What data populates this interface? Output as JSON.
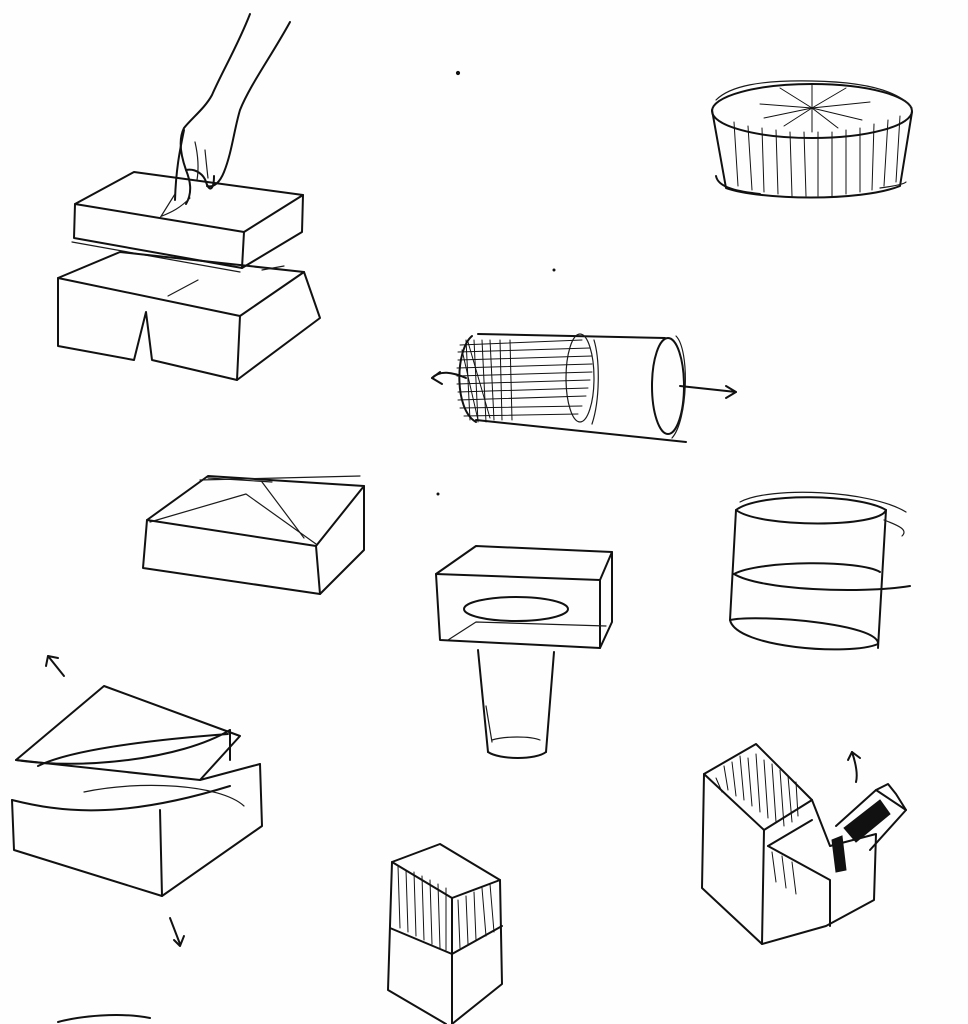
{
  "page": {
    "background": "#ffffff",
    "ink_color": "#111111"
  },
  "sketches": [
    {
      "name": "hand-pressing-box-lid",
      "icon": "hand-icon"
    },
    {
      "name": "ribbed-round-container",
      "icon": "tub-icon"
    },
    {
      "name": "rotating-cylinder",
      "icon": "cylinder-icon"
    },
    {
      "name": "folded-flap-box",
      "icon": "box-icon"
    },
    {
      "name": "box-on-cup",
      "icon": "cup-icon"
    },
    {
      "name": "banded-cylinder",
      "icon": "cylinder-icon"
    },
    {
      "name": "opening-lid-box",
      "icon": "box-icon"
    },
    {
      "name": "tall-box-with-lid",
      "icon": "box-icon"
    },
    {
      "name": "box-with-tear-strip",
      "icon": "box-icon"
    }
  ]
}
